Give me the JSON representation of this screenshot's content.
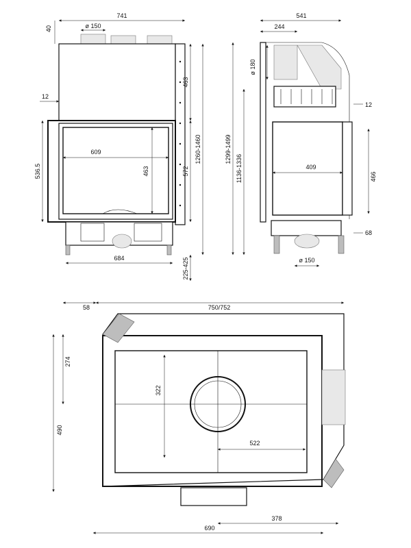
{
  "front_view": {
    "width": "741",
    "top_offset": "40",
    "flue_diameter": "ø 150",
    "side_gap": "12",
    "door_height": "536.5",
    "glass_width": "609",
    "glass_height": "463",
    "upper_height": "463",
    "frame_height": "572",
    "total_height": "1260-1460",
    "base_width": "684",
    "leg_height": "225-425"
  },
  "side_view": {
    "width": "541",
    "flue_offset": "244",
    "flue_diameter": "ø 180",
    "side_gap": "12",
    "total_height": "1299-1499",
    "mid_height": "1136-1336",
    "glass_depth": "409",
    "door_height": "466",
    "bottom_gap": "68",
    "air_diameter": "ø 150"
  },
  "plan_view": {
    "offset": "58",
    "width": "750/752",
    "depth_front": "274",
    "inner_height": "322",
    "depth_total": "490",
    "glass_width": "522",
    "base_width": "690",
    "right_offset": "378"
  }
}
